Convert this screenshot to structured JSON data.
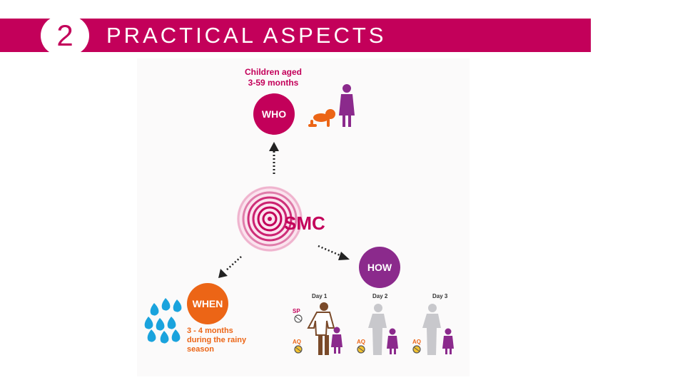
{
  "header": {
    "number": "2",
    "title": "PRACTICAL ASPECTS"
  },
  "diagram": {
    "center_label": "SMC",
    "who": {
      "label": "WHO",
      "caption_line1": "Children aged",
      "caption_line2": "3-59 months"
    },
    "how": {
      "label": "HOW",
      "days": [
        "Day 1",
        "Day 2",
        "Day 3"
      ],
      "drug_day1_top": "SP",
      "drug_day1_bottom": "AQ",
      "drug_day2": "AQ",
      "drug_day3": "AQ"
    },
    "when": {
      "label": "WHEN",
      "caption_line1": "3 - 4 months",
      "caption_line2": "during the rainy",
      "caption_line3": "season"
    }
  },
  "colors": {
    "brand_magenta": "#c3005a",
    "how_purple": "#8b2a8c",
    "when_orange": "#ec6516",
    "rain_blue": "#1aa3dd",
    "figure_grey": "#c8c8cc",
    "child_purple": "#8b2a8c",
    "adult_brown": "#7a4a2a"
  },
  "icons": {
    "crawling_baby": "crawling-baby-icon",
    "standing_child": "standing-child-icon",
    "rain": "raindrops-icon",
    "target": "concentric-target-icon",
    "pill": "pill-icon"
  }
}
